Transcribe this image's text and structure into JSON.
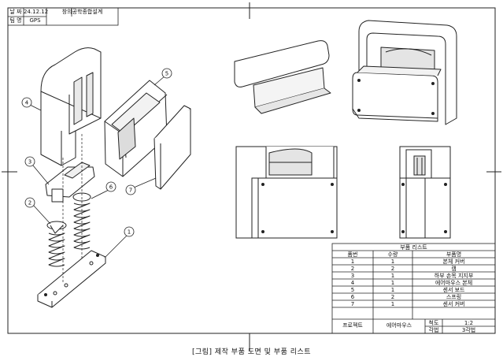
{
  "header": {
    "date_label": "날 짜",
    "date_value": "24.12.12",
    "course": "창의공학종합설계",
    "team_label": "팀 명",
    "team_value": "GPS"
  },
  "callouts": [
    "1",
    "2",
    "3",
    "4",
    "5",
    "6",
    "7"
  ],
  "parts_list": {
    "title": "부품 리스트",
    "columns": [
      "품번",
      "수량",
      "부품명"
    ],
    "rows": [
      [
        "1",
        "1",
        "본체 커버"
      ],
      [
        "2",
        "2",
        "캠"
      ],
      [
        "3",
        "1",
        "하부 손목 지지부"
      ],
      [
        "4",
        "1",
        "에어마우스 본체"
      ],
      [
        "5",
        "1",
        "센서 보드"
      ],
      [
        "6",
        "2",
        "스프링"
      ],
      [
        "7",
        "1",
        "센서 커버"
      ]
    ]
  },
  "title_block": {
    "project_label": "프로젝트",
    "project_value": "에어마우스",
    "scale_label": "척도",
    "scale_value": "1:2",
    "method_label": "각법",
    "method_value": "3각법"
  },
  "caption": "[그림] 제작 부품 도면 및 부품 리스트"
}
